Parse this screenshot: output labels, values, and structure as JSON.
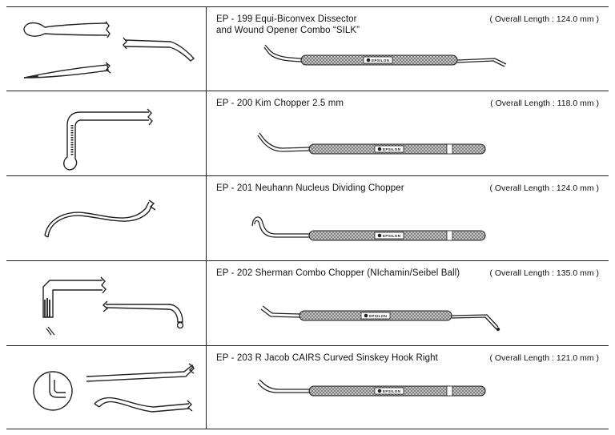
{
  "instruments": [
    {
      "code": "EP - 199",
      "name": "EP - 199 Equi-Biconvex Dissector\nand Wound Opener Combo “SILK”",
      "overall_length": "( Overall Length : 124.0 mm )",
      "tip_type": "dissector-combo"
    },
    {
      "code": "EP - 200",
      "name": "EP - 200 Kim Chopper 2.5 mm",
      "overall_length": "( Overall Length : 118.0 mm )",
      "tip_type": "hook-chopper"
    },
    {
      "code": "EP - 201",
      "name": "EP - 201 Neuhann Nucleus Dividing Chopper",
      "overall_length": "( Overall Length : 124.0 mm )",
      "tip_type": "curved-chopper"
    },
    {
      "code": "EP - 202",
      "name": "EP - 202 Sherman Combo Chopper (NIchamin/Seibel Ball)",
      "overall_length": "( Overall Length : 135.0 mm )",
      "tip_type": "combo-chopper"
    },
    {
      "code": "EP - 203",
      "name": "EP - 203 R Jacob CAIRS Curved Sinskey Hook Right",
      "overall_length": "( Overall Length : 121.0 mm )",
      "tip_type": "sinskey-hook"
    }
  ],
  "brand": "EPSILON",
  "colors": {
    "line": "#222222",
    "knurl": "#8a8a8a",
    "background": "#ffffff"
  }
}
